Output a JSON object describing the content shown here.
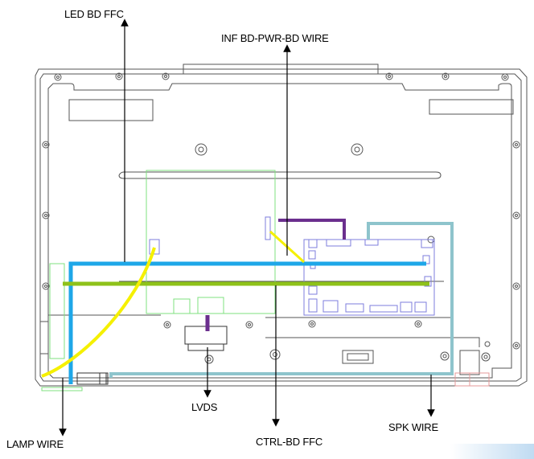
{
  "labels": {
    "led_bd_ffc": "LED BD FFC",
    "inf_bd_pwr_bd_wire": "INF BD-PWR-BD WIRE",
    "lvds": "LVDS",
    "ctrl_bd_ffc": "CTRL-BD FFC",
    "spk_wire": "SPK WIRE",
    "lamp_wire": "LAMP WIRE"
  },
  "colors": {
    "led_bd_ffc": "#1ea7e8",
    "ctrl_bd_ffc": "#8ec21a",
    "spk_wire": "#8ec4cc",
    "lamp_wire": "#f5f000",
    "lvds": "#6b2f8e",
    "inf_bd_pwr_bd_wire": "#6b2f8e",
    "board_outline": "#7fe07f",
    "control_board_outline": "#7d7ddc",
    "chassis_line": "#555555"
  }
}
